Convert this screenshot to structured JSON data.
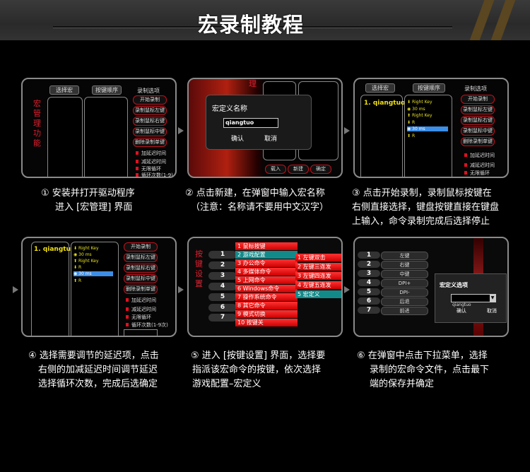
{
  "header": {
    "title": "宏录制教程"
  },
  "macro_ui": {
    "side_title_macro": "宏管理功能",
    "side_title_keys": "按键设置",
    "tab_select_macro": "选择宏",
    "tab_key_order": "按键顺序",
    "record_options": "录制选项",
    "record_buttons": [
      "开始录制",
      "录制鼠标左键",
      "录制鼠标右键",
      "录制鼠标中键",
      "删除录制单键"
    ],
    "delay_options": [
      "加延迟时间",
      "减延迟时间",
      "无限循环",
      "循环次数(1-9)"
    ],
    "loop_count_full": "循环次数(1-9次)",
    "macro_name": "1. qiangtuo",
    "sequence": [
      "Right Key",
      "30 ms",
      "Right Key",
      "R",
      "30 ms",
      "R"
    ],
    "dialog_title": "宏定义名称",
    "dialog_input": "qiangtuo",
    "dialog_ok": "确认",
    "dialog_cancel": "取消",
    "bottom_buttons": [
      "载入",
      "新建",
      "确定"
    ],
    "peek_text": "理",
    "key_numbers": [
      "1",
      "2",
      "3",
      "4",
      "5",
      "6",
      "7"
    ],
    "menu_items": [
      "1 鼠标按键",
      "2 游戏配置",
      "3 办公命令",
      "4 多媒体命令",
      "5 上网命令",
      "6 Windows命令",
      "7 操作系统命令",
      "8 其它命令",
      "9 模式切换",
      "10 按键关"
    ],
    "submenu_items": [
      "1 左键双击",
      "2 左键三连发",
      "3 左键四连发",
      "4 左键五连发",
      "5 宏定义"
    ],
    "key_functions": [
      "左键",
      "右键",
      "中键",
      "DPI+",
      "DPI-",
      "后退",
      "前进"
    ],
    "option_dialog_title": "宏定义选项",
    "option_dialog_value": "qiangtuo"
  },
  "captions": [
    [
      "① 安装并打开驱动程序",
      "进入 [宏管理] 界面"
    ],
    [
      "② 点击新建，在弹窗中输入宏名称",
      "（注意：名称请不要用中文汉字）"
    ],
    [
      "③ 点击开始录制，录制鼠标按键在",
      "右侧直接选择，键盘按键直接在键盘",
      "上输入，命令录制完成后选择停止"
    ],
    [
      "④ 选择需要调节的延迟项，点击",
      "右侧的加减延迟时间调节延迟",
      "选择循环次数，完成后选确定"
    ],
    [
      "⑤ 进入 [按键设置] 界面，选择要",
      "指派该宏命令的按键，依次选择",
      "游戏配置–宏定义"
    ],
    [
      "⑥ 在弹窗中点击下拉菜单，选择",
      "录制的宏命令文件，点击最下",
      "端的保存并确定"
    ]
  ],
  "colors": {
    "accent_red": "#e01020",
    "highlight_blue": "#3d8ee6",
    "teal": "#138a8a",
    "yellow": "#f0e010"
  }
}
